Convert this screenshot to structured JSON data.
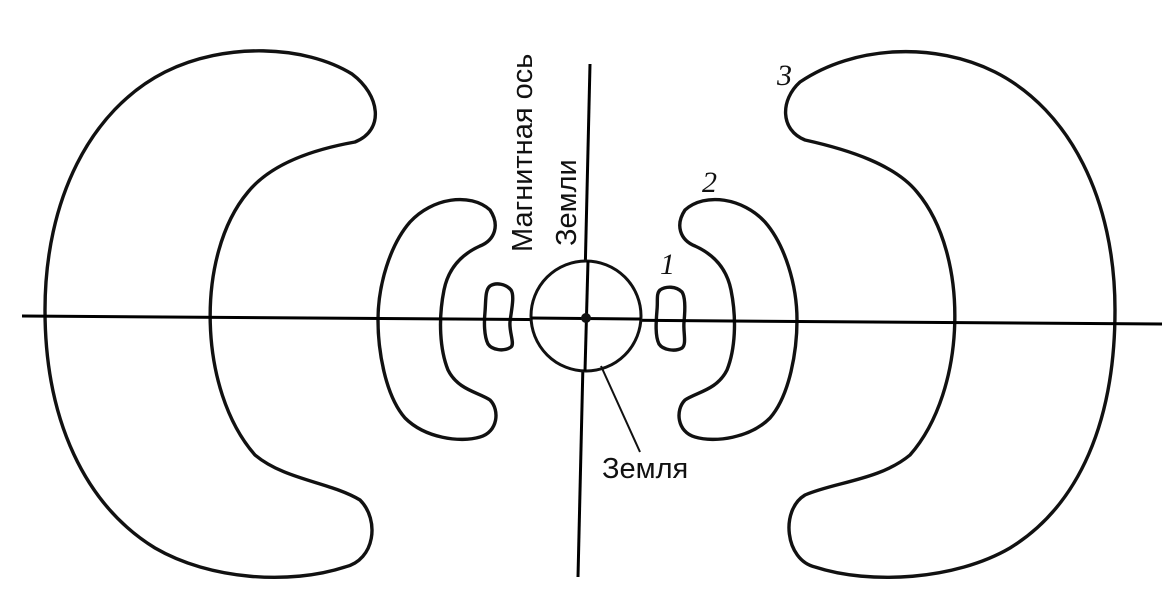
{
  "labels": {
    "axis_line1": "Магнитная ось",
    "axis_line2": "Земли",
    "earth": "Земля",
    "belt_1": "1",
    "belt_2": "2",
    "belt_3": "3"
  },
  "colors": {
    "ink": "#111111",
    "background": "#ffffff"
  }
}
